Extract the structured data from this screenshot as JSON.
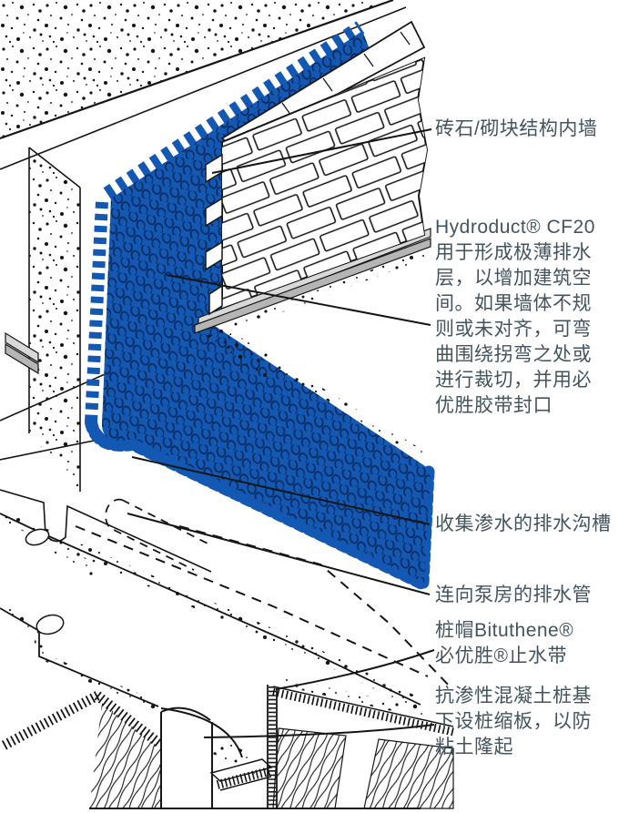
{
  "figure": {
    "title": "Hydroduct CF20 basement wall and pile-cap drainage detail",
    "type": "isometric construction detail"
  },
  "colors": {
    "membrane_blue": "#1358b2",
    "dimple_outline": "#0a2a5e",
    "line_black": "#161616",
    "strip_gray_light": "#d8d8d8",
    "strip_gray_dark": "#b5b5b5",
    "text_slate": "#44545e"
  },
  "labels": {
    "brick_wall": "砖石/砌块结构内墙",
    "hydroduct": "Hydroduct® CF20\n用于形成极薄排水\n层，以增加建筑空\n间。如果墙体不规\n则或未对齐，可弯\n曲围绕拐弯之处或\n进行裁切，并用必\n优胜胶带封口",
    "channel": "收集渗水的排水沟槽",
    "pipe": "连向泵房的排水管",
    "pile_cap": "桩帽Bituthene®\n必优胜®止水带",
    "pile": "抗渗性混凝土桩基\n下设桩缩板，以防\n粘土隆起"
  }
}
